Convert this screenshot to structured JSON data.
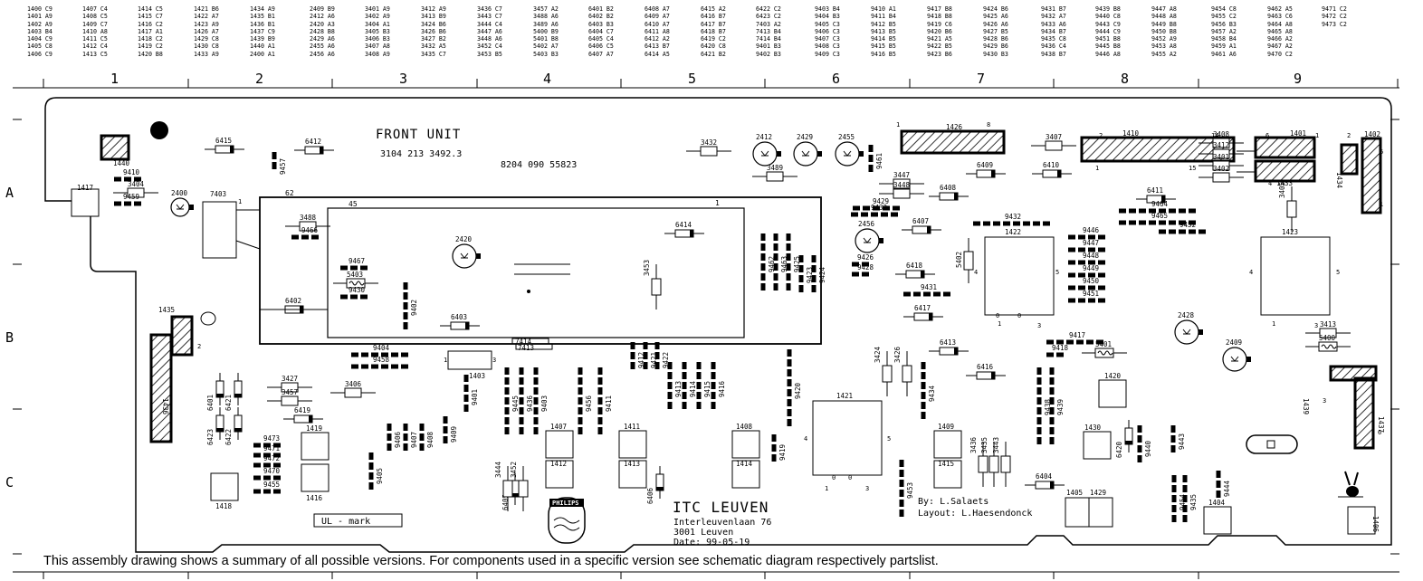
{
  "reference_table": [
    [
      "1400 C9",
      "1401 A9",
      "1402 A9",
      "1403 B4",
      "1404 C9",
      "1405 C8",
      "1406 C9"
    ],
    [
      "1407 C4",
      "1408 C5",
      "1409 C7",
      "1410 A8",
      "1411 C5",
      "1412 C4",
      "1413 C5"
    ],
    [
      "1414 C5",
      "1415 C7",
      "1416 C2",
      "1417 A1",
      "1418 C2",
      "1419 C2",
      "1420 B8"
    ],
    [
      "1421 B6",
      "1422 A7",
      "1423 A9",
      "1426 A7",
      "1429 C8",
      "1430 C8",
      "1433 A9"
    ],
    [
      "1434 A9",
      "1435 B1",
      "1436 B1",
      "1437 C9",
      "1439 B9",
      "1440 A1",
      "2400 A1"
    ],
    [
      "2409 B9",
      "2412 A6",
      "2420 A3",
      "2428 B8",
      "2429 A6",
      "2455 A6",
      "2456 A6"
    ],
    [
      "3401 A9",
      "3402 A9",
      "3404 A1",
      "3405 B3",
      "3406 B3",
      "3407 A8",
      "3408 A9"
    ],
    [
      "3412 A9",
      "3413 B9",
      "3424 B6",
      "3426 B6",
      "3427 B2",
      "3432 A5",
      "3435 C7"
    ],
    [
      "3436 C7",
      "3443 C7",
      "3444 C4",
      "3447 A6",
      "3448 A6",
      "3452 C4",
      "3453 B5"
    ],
    [
      "3457 A2",
      "3488 A6",
      "3489 A6",
      "5400 B9",
      "5401 B8",
      "5402 A7",
      "5403 B3"
    ],
    [
      "6401 B2",
      "6402 B2",
      "6403 B3",
      "6404 C7",
      "6405 C4",
      "6406 C5",
      "6407 A7"
    ],
    [
      "6408 A7",
      "6409 A7",
      "6410 A7",
      "6411 A8",
      "6412 A2",
      "6413 B7",
      "6414 A5"
    ],
    [
      "6415 A2",
      "6416 B7",
      "6417 B7",
      "6418 B7",
      "6419 C2",
      "6420 C8",
      "6421 B2"
    ],
    [
      "6422 C2",
      "6423 C2",
      "7403 A2",
      "7413 B4",
      "7414 B4",
      "9401 B3",
      "9402 B3"
    ],
    [
      "9403 B4",
      "9404 B3",
      "9405 C3",
      "9406 C3",
      "9407 C3",
      "9408 C3",
      "9409 C3"
    ],
    [
      "9410 A1",
      "9411 B4",
      "9412 B5",
      "9413 B5",
      "9414 B5",
      "9415 B5",
      "9416 B5"
    ],
    [
      "9417 B8",
      "9418 B8",
      "9419 C6",
      "9420 B6",
      "9421 A5",
      "9422 B5",
      "9423 B6"
    ],
    [
      "9424 B6",
      "9425 A6",
      "9426 A6",
      "9427 B5",
      "9428 B6",
      "9429 B6",
      "9430 B3"
    ],
    [
      "9431 B7",
      "9432 A7",
      "9433 A6",
      "9434 B7",
      "9435 C8",
      "9436 C4",
      "9438 B7"
    ],
    [
      "9439 B8",
      "9440 C8",
      "9443 C9",
      "9444 C9",
      "9451 B8",
      "9445 B8",
      "9446 A8"
    ],
    [
      "9447 A8",
      "9448 A8",
      "9449 B8",
      "9450 B8",
      "9452 A9",
      "9453 A8",
      "9455 A2"
    ],
    [
      "9454 C8",
      "9455 C2",
      "9456 B3",
      "9457 A2",
      "9458 B4",
      "9459 A1",
      "9461 A6"
    ],
    [
      "9462 A5",
      "9463 C6",
      "9464 A8",
      "9465 A8",
      "9466 A2",
      "9467 A2",
      "9470 C2"
    ],
    [
      "9471 C2",
      "9472 C2",
      "9473 C2"
    ]
  ],
  "column_labels": [
    "1",
    "2",
    "3",
    "4",
    "5",
    "6",
    "7",
    "8",
    "9"
  ],
  "row_labels": [
    "A",
    "B",
    "C"
  ],
  "board": {
    "title": "FRONT UNIT",
    "part_number": "3104 213 3492.3",
    "code_number": "8204 090 55823",
    "company_name": "ITC LEUVEN",
    "address_line1": "Interleuvenlaan 76",
    "address_line2": "3001 Leuven",
    "date_line": "Date: 99-05-19",
    "design_by": "By: L.Salaets",
    "layout_by": "Layout: L.Haesendonck",
    "ul_mark": "UL - mark",
    "philips_logo": "PHILIPS",
    "note": "This assembly drawing shows a summary of all possible versions. For components used in a specific version see schematic diagram respectively partslist."
  },
  "components": {
    "connectors": [
      "1440",
      "1417",
      "1435",
      "1436",
      "1418",
      "1416",
      "1419",
      "1407",
      "1412",
      "1411",
      "1413",
      "1408",
      "1414",
      "1421",
      "1409",
      "1415",
      "1405",
      "1429",
      "1404",
      "1406",
      "1426",
      "1410",
      "1401",
      "1433",
      "1434",
      "1402",
      "1422",
      "1423",
      "1420",
      "1430",
      "1400",
      "1439",
      "1437",
      "1403"
    ],
    "ics": [
      "7403",
      "7414",
      "7413"
    ],
    "electrolytic_caps": [
      "2400",
      "2420",
      "2412",
      "2429",
      "2455",
      "2456",
      "2428",
      "2409"
    ],
    "diodes": [
      "6415",
      "6412",
      "6402",
      "6403",
      "6414",
      "6401",
      "6421",
      "6423",
      "6422",
      "6419",
      "6405",
      "6406",
      "6408",
      "6409",
      "6410",
      "6411",
      "6407",
      "6418",
      "6417",
      "6413",
      "6416",
      "6420",
      "6404"
    ],
    "resistors": [
      "3404",
      "3488",
      "3427",
      "3457",
      "3406",
      "3432",
      "3489",
      "3447",
      "3448",
      "3424",
      "3426",
      "3435",
      "3436",
      "3443",
      "3444",
      "3452",
      "3453",
      "3407",
      "3408",
      "3412",
      "3401",
      "3402",
      "3405",
      "3413"
    ],
    "coils": [
      "5403",
      "5402",
      "5401",
      "5400"
    ],
    "wire_bridges": [
      "9410",
      "9459",
      "9457",
      "9466",
      "9467",
      "9430",
      "9402",
      "9404",
      "9458",
      "9401",
      "9409",
      "9406",
      "9407",
      "9408",
      "9405",
      "9473",
      "9471",
      "9472",
      "9470",
      "9455",
      "9445",
      "9436",
      "9403",
      "9456",
      "9411",
      "9412",
      "9421",
      "9422",
      "9413",
      "9414",
      "9415",
      "9416",
      "9462",
      "9463",
      "9425",
      "9423",
      "9424",
      "9420",
      "9419",
      "9461",
      "9429",
      "9426",
      "9428",
      "9431",
      "9434",
      "9453",
      "9432",
      "9446",
      "9447",
      "9448",
      "9449",
      "9450",
      "9451",
      "9417",
      "9418",
      "9438",
      "9439",
      "9440",
      "9443",
      "9454",
      "9435",
      "9444",
      "9464",
      "9465",
      "9452",
      "9433"
    ]
  },
  "pin_labels": {
    "p1": "1",
    "p2": "2",
    "p8": "8",
    "p15": "15",
    "p14": "14",
    "p6": "6",
    "p4": "4",
    "p5": "5",
    "p3": "3",
    "p0": "0",
    "p45": "45",
    "p62": "62"
  },
  "colors": {
    "ink": "#000000",
    "paper": "#ffffff"
  }
}
